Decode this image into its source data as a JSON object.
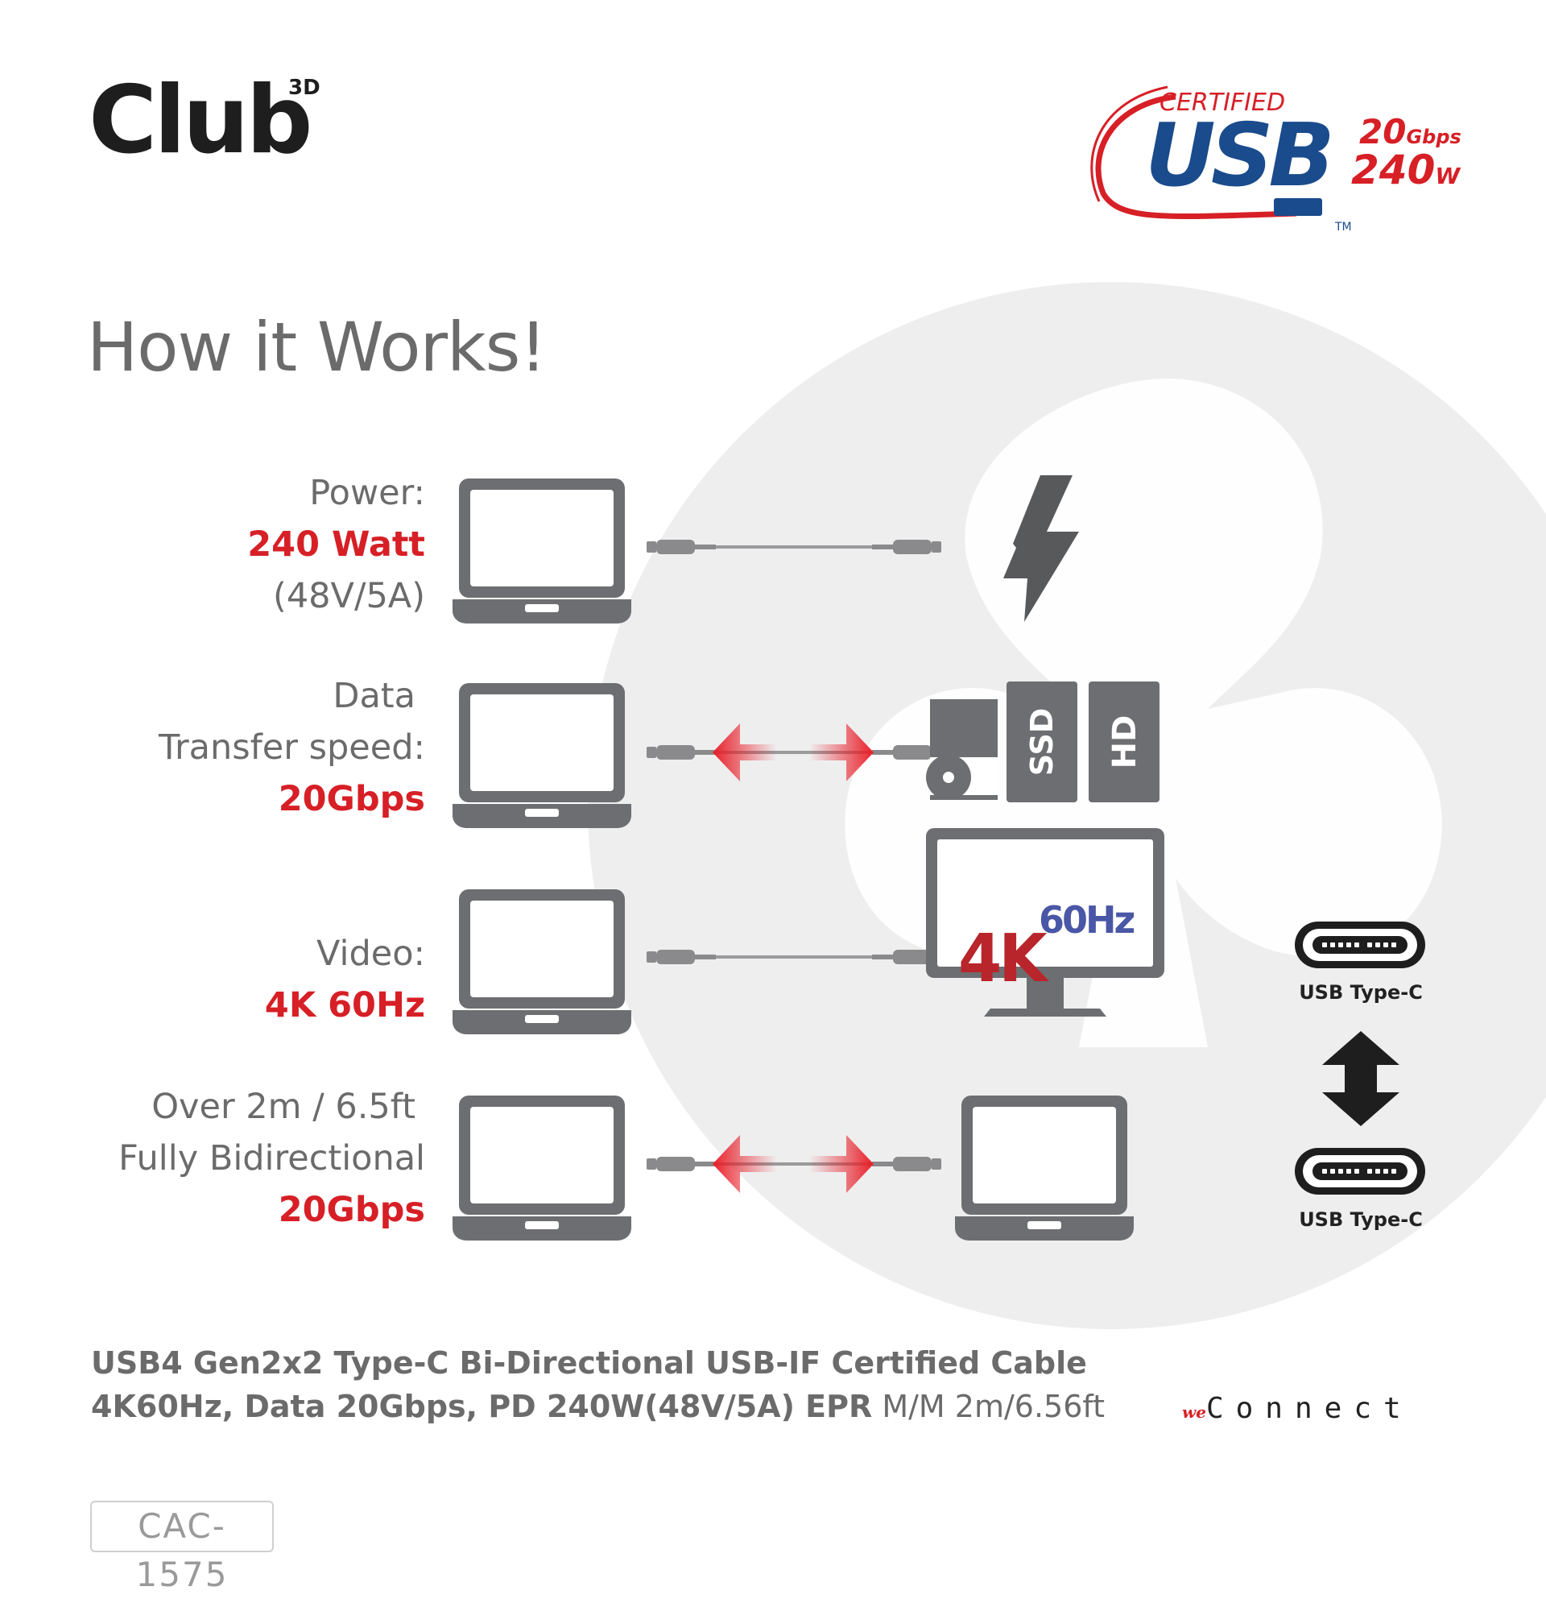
{
  "brand": {
    "logo": "Club",
    "superscript": "3D"
  },
  "badge": {
    "certified": "CERTIFIED",
    "usb": "USB",
    "speed_value": "20",
    "speed_unit": "Gbps",
    "power_value": "240",
    "power_unit": "W",
    "tm": "TM"
  },
  "heading": "How it Works!",
  "rows": [
    {
      "lines": [
        {
          "text": "Power:",
          "red": false
        },
        {
          "text": "240 Watt",
          "red": true
        },
        {
          "text": "(48V/5A)",
          "red": false
        }
      ]
    },
    {
      "lines": [
        {
          "text": "Data",
          "red": false
        },
        {
          "text": "Transfer speed:",
          "red": false
        },
        {
          "text": "20Gbps",
          "red": true
        }
      ]
    },
    {
      "lines": [
        {
          "text": "Video:",
          "red": false
        },
        {
          "text": "4K 60Hz",
          "red": true
        }
      ]
    },
    {
      "lines": [
        {
          "text": "Over 2m / 6.5ft",
          "red": false
        },
        {
          "text": "Fully Bidirectional",
          "red": false
        },
        {
          "text": "20Gbps",
          "red": true
        }
      ]
    }
  ],
  "storage": {
    "ssd": "SSD",
    "hd": "HD"
  },
  "monitor": {
    "k": "4K",
    "hz": "60Hz"
  },
  "connectors": {
    "top_label": "USB Type-C",
    "bottom_label": "USB Type-C"
  },
  "footer": {
    "line1": "USB4 Gen2x2 Type-C Bi-Directional USB-IF Certified Cable",
    "line2_bold": "4K60Hz, Data 20Gbps, PD 240W(48V/5A) EPR",
    "line2_light": "  M/M  2m/6.56ft"
  },
  "sku": "CAC-1575",
  "partner": {
    "prefix": "we",
    "word": "Connect"
  },
  "colors": {
    "gray": "#6b6b6b",
    "red": "#d71f26",
    "blue": "#1a4b8c",
    "bg_mark": "#eeeeef"
  },
  "icons": [
    "laptop-icon",
    "lightning-icon",
    "optical-drive-icon",
    "ssd-icon",
    "hdd-icon",
    "monitor-icon",
    "usb-c-port-icon",
    "double-arrow-icon"
  ]
}
